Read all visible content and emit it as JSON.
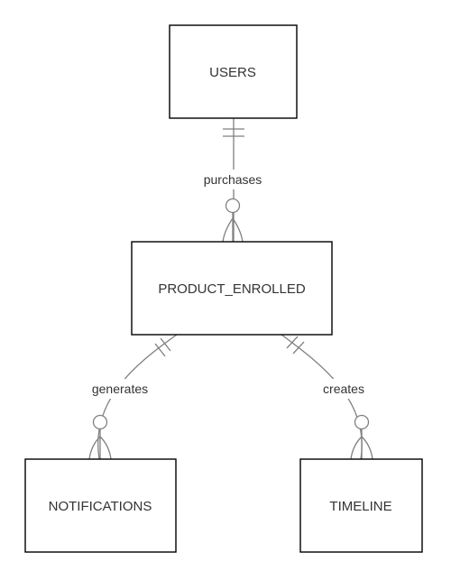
{
  "entities": {
    "users": "USERS",
    "product_enrolled": "PRODUCT_ENROLLED",
    "notifications": "NOTIFICATIONS",
    "timeline": "TIMELINE"
  },
  "relationships": {
    "purchases": {
      "label": "purchases",
      "from": "USERS",
      "to": "PRODUCT_ENROLLED",
      "from_cardinality": "exactly-one",
      "to_cardinality": "zero-or-many"
    },
    "generates": {
      "label": "generates",
      "from": "PRODUCT_ENROLLED",
      "to": "NOTIFICATIONS",
      "from_cardinality": "exactly-one",
      "to_cardinality": "zero-or-many"
    },
    "creates": {
      "label": "creates",
      "from": "PRODUCT_ENROLLED",
      "to": "TIMELINE",
      "from_cardinality": "exactly-one",
      "to_cardinality": "zero-or-many"
    }
  },
  "colors": {
    "entity_border": "#000000",
    "connector": "#808080",
    "text": "#333333",
    "background": "#ffffff"
  }
}
